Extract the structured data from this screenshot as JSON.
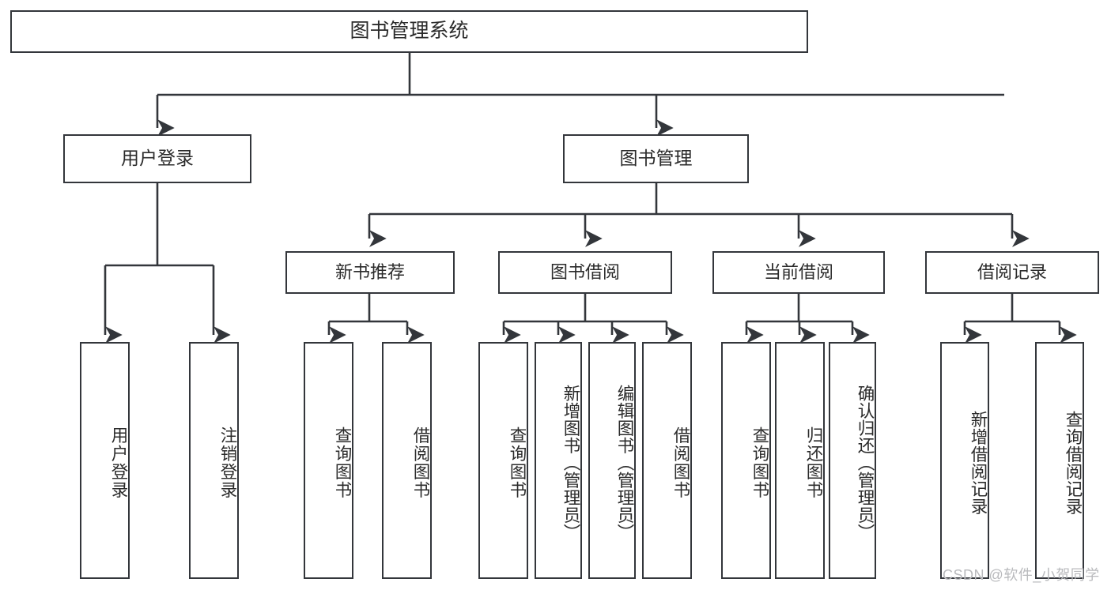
{
  "diagram": {
    "type": "tree",
    "title": "图书管理系统",
    "root": {
      "label": "图书管理系统"
    },
    "level2": [
      {
        "label": "用户登录"
      },
      {
        "label": "图书管理"
      }
    ],
    "level3": [
      {
        "label": "新书推荐"
      },
      {
        "label": "图书借阅"
      },
      {
        "label": "当前借阅"
      },
      {
        "label": "借阅记录"
      }
    ],
    "leaves": {
      "user_login": [
        {
          "label": "用户登录"
        },
        {
          "label": "注销登录"
        }
      ],
      "new_book_recommend": [
        {
          "label": "查询图书"
        },
        {
          "label": "借阅图书"
        }
      ],
      "book_borrow": [
        {
          "label": "查询图书"
        },
        {
          "label": "新增图书（管理员）"
        },
        {
          "label": "编辑图书（管理员）"
        },
        {
          "label": "借阅图书"
        }
      ],
      "current_borrow": [
        {
          "label": "查询图书"
        },
        {
          "label": "归还图书"
        },
        {
          "label": "确认归还（管理员）"
        }
      ],
      "borrow_record": [
        {
          "label": "新增借阅记录"
        },
        {
          "label": "查询借阅记录"
        }
      ]
    }
  },
  "watermark": {
    "text": "CSDN @软件_小贺同学"
  },
  "colors": {
    "stroke": "#33363b",
    "text": "#2b2b2b",
    "background": "#ffffff",
    "watermark": "#b9babd"
  }
}
